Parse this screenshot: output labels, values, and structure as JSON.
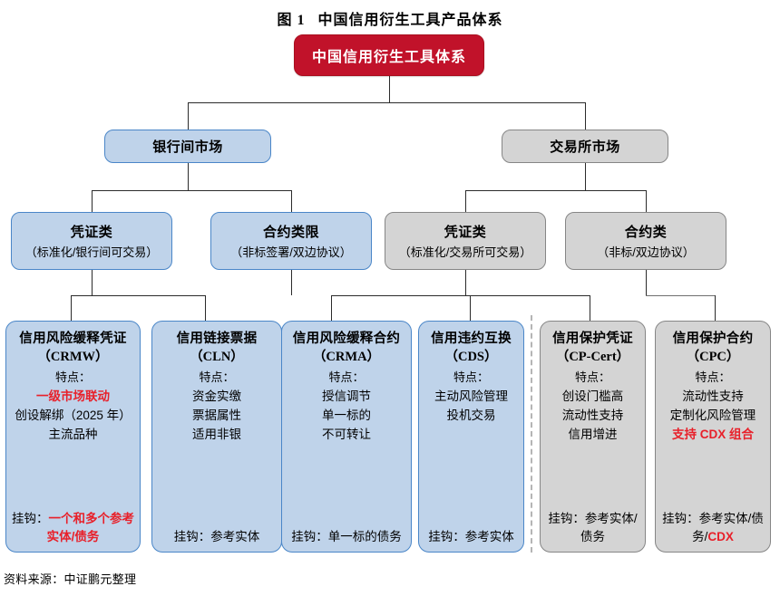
{
  "figure": {
    "number": "图 1",
    "title": "中国信用衍生工具产品体系",
    "source": "资料来源：中证鹏元整理"
  },
  "colors": {
    "root_fill": "#C1122A",
    "blue_fill": "#BFD3EA",
    "blue_border": "#4A86C8",
    "gray_fill": "#D4D4D4",
    "gray_border": "#868686",
    "highlight_red": "#E8202A",
    "line": "#2b2b2b"
  },
  "root": {
    "label": "中国信用衍生工具体系"
  },
  "markets": [
    {
      "label": "银行间市场",
      "theme": "blue"
    },
    {
      "label": "交易所市场",
      "theme": "gray"
    }
  ],
  "categories": [
    {
      "label": "凭证类",
      "sub": "（标准化/银行间可交易）",
      "theme": "blue"
    },
    {
      "label": "合约类限",
      "sub": "（非标签署/双边协议）",
      "theme": "blue"
    },
    {
      "label": "凭证类",
      "sub": "（标准化/交易所可交易）",
      "theme": "gray"
    },
    {
      "label": "合约类",
      "sub": "（非标/双边协议）",
      "theme": "gray"
    }
  ],
  "products": [
    {
      "name": "信用风险缓释凭证",
      "code": "（CRMW）",
      "theme": "blue",
      "feature_label": "特点：",
      "features": [
        {
          "text": "一级市场联动",
          "red": true
        },
        {
          "text": "创设解绑（2025 年）",
          "red": false
        },
        {
          "text": "主流品种",
          "red": false
        }
      ],
      "link_label": "挂钩：",
      "link_value": "一个和多个参考实体/债务",
      "link_red": true
    },
    {
      "name": "信用链接票据",
      "code": "（CLN）",
      "theme": "blue",
      "feature_label": "特点：",
      "features": [
        {
          "text": "资金实缴",
          "red": false
        },
        {
          "text": "票据属性",
          "red": false
        },
        {
          "text": "适用非银",
          "red": false
        }
      ],
      "link_label": "挂钩：",
      "link_value": "参考实体",
      "link_red": false
    },
    {
      "name": "信用风险缓释合约",
      "code": "（CRMA）",
      "theme": "blue",
      "feature_label": "特点：",
      "features": [
        {
          "text": "授信调节",
          "red": false
        },
        {
          "text": "单一标的",
          "red": false
        },
        {
          "text": "不可转让",
          "red": false
        }
      ],
      "link_label": "挂钩：",
      "link_value": "单一标的债务",
      "link_red": false
    },
    {
      "name": "信用违约互换",
      "code": "（CDS）",
      "theme": "blue",
      "feature_label": "特点：",
      "features": [
        {
          "text": "主动风险管理",
          "red": false
        },
        {
          "text": "投机交易",
          "red": false
        }
      ],
      "link_label": "挂钩：",
      "link_value": "参考实体",
      "link_red": false
    },
    {
      "name": "信用保护凭证",
      "code": "（CP-Cert）",
      "theme": "gray",
      "feature_label": "特点：",
      "features": [
        {
          "text": "创设门槛高",
          "red": false
        },
        {
          "text": "流动性支持",
          "red": false
        },
        {
          "text": "信用增进",
          "red": false
        }
      ],
      "link_label": "挂钩：",
      "link_value": "参考实体/债务",
      "link_red": false
    },
    {
      "name": "信用保护合约",
      "code": "（CPC）",
      "theme": "gray",
      "feature_label": "特点：",
      "features": [
        {
          "text": "流动性支持",
          "red": false
        },
        {
          "text": "定制化风险管理",
          "red": false
        },
        {
          "text": "支持 CDX 组合",
          "red": true
        }
      ],
      "link_label": "挂钩：",
      "link_value": "参考实体/债务/",
      "link_suffix_red": "CDX",
      "link_red": false
    }
  ]
}
